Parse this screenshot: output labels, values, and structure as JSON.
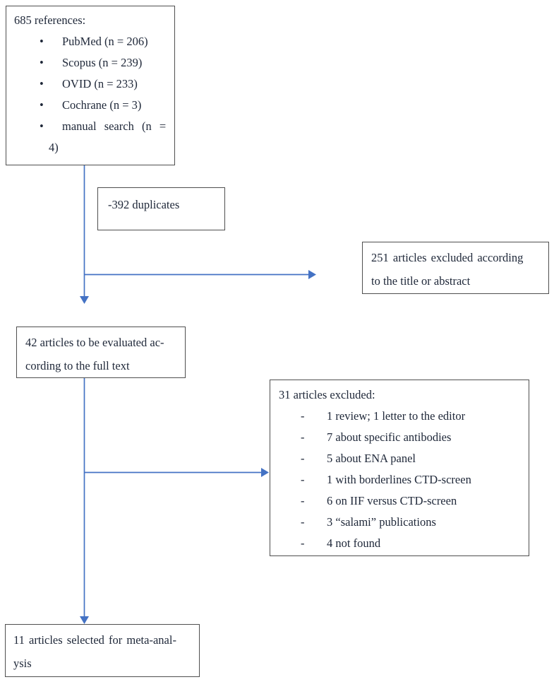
{
  "colors": {
    "arrow": "#4472C4",
    "box_border": "#4f4f4f",
    "text": "#20293A",
    "background": "#FFFFFF"
  },
  "flowchart": {
    "source_box": {
      "title": "685 references:",
      "bullet_char": "•",
      "items": [
        "PubMed (n = 206)",
        "Scopus (n = 239)",
        "OVID (n = 233)",
        "Cochrane (n = 3)",
        {
          "line1": "manual search (n =",
          "line2": "4)"
        }
      ]
    },
    "duplicates_box": {
      "label": "-392 duplicates"
    },
    "title_abstract_excluded_box": {
      "lines": [
        "251 articles excluded according",
        "to the title or abstract"
      ]
    },
    "full_text_box": {
      "lines": [
        "42 articles to be evaluated ac-",
        "cording to the full text"
      ]
    },
    "full_text_excluded_box": {
      "title": "31 articles excluded:",
      "dash_char": "-",
      "items": [
        "1 review; 1 letter to the editor",
        "7 about specific antibodies",
        "5 about ENA panel",
        "1 with borderlines CTD-screen",
        "6 on IIF versus CTD-screen",
        "3 “salami” publications",
        "4 not found"
      ]
    },
    "selected_box": {
      "lines": [
        "11 articles selected for meta-anal-",
        "ysis"
      ]
    }
  }
}
